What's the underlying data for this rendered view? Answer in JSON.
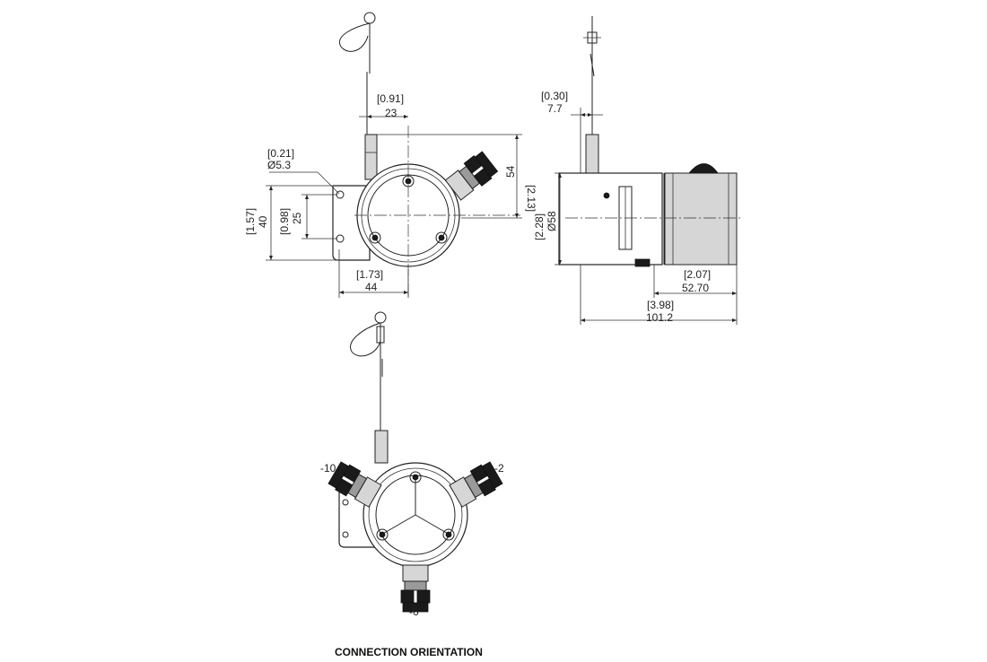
{
  "front_view": {
    "cable_offset_in": "[0.91]",
    "cable_offset_mm": "23",
    "hole_dia_in": "[0.21]",
    "hole_dia_mm": "Ø5.3",
    "bracket_height_in": "[1.57]",
    "bracket_height_mm": "40",
    "hole_spacing_in": "[0.98]",
    "hole_spacing_mm": "25",
    "body_height_in": "[2.13]",
    "body_height_mm": "54",
    "bracket_width_in": "[1.73]",
    "bracket_width_mm": "44"
  },
  "side_view": {
    "cable_offset_in": "[0.30]",
    "cable_offset_mm": "7.7",
    "body_dia_in": "[2.28]",
    "body_dia_mm": "Ø58",
    "housing_length_in": "[2.07]",
    "housing_length_mm": "52.70",
    "total_length_in": "[3.98]",
    "total_length_mm": "101.2"
  },
  "connection_view": {
    "option_left": "-10",
    "option_right": "-2",
    "option_bottom": "-6",
    "caption": "CONNECTION ORIENTATION"
  }
}
